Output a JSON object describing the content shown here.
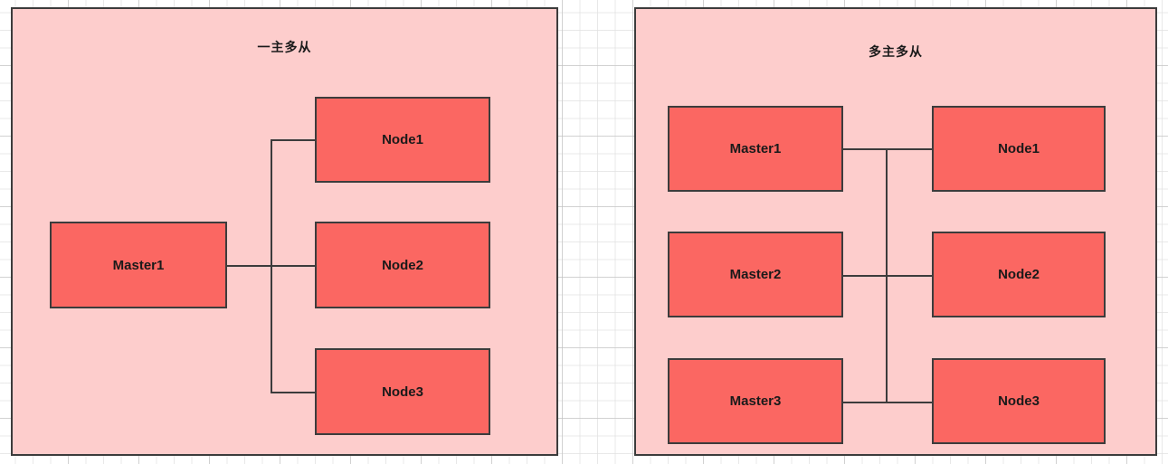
{
  "diagram": {
    "type": "cluster-topology",
    "background": "grid-canvas",
    "colors": {
      "group_fill": "#fdcdcc",
      "node_fill": "#fb6762",
      "stroke": "#3c3c3c",
      "text": "#1a1a1a",
      "canvas": "#ffffff",
      "grid_minor": "#e1e1e1",
      "grid_major": "#bebebe"
    }
  },
  "groups": [
    {
      "id": "single-master",
      "title": "一主多从",
      "masters": [
        {
          "id": "lm-master1",
          "label": "Master1"
        }
      ],
      "nodes": [
        {
          "id": "lm-node1",
          "label": "Node1"
        },
        {
          "id": "lm-node2",
          "label": "Node2"
        },
        {
          "id": "lm-node3",
          "label": "Node3"
        }
      ],
      "edges": [
        {
          "from": "Master1",
          "to": "Node1"
        },
        {
          "from": "Master1",
          "to": "Node2"
        },
        {
          "from": "Master1",
          "to": "Node3"
        }
      ]
    },
    {
      "id": "multi-master",
      "title": "多主多从",
      "masters": [
        {
          "id": "mm-master1",
          "label": "Master1"
        },
        {
          "id": "mm-master2",
          "label": "Master2"
        },
        {
          "id": "mm-master3",
          "label": "Master3"
        }
      ],
      "nodes": [
        {
          "id": "mm-node1",
          "label": "Node1"
        },
        {
          "id": "mm-node2",
          "label": "Node2"
        },
        {
          "id": "mm-node3",
          "label": "Node3"
        }
      ],
      "edges": [
        {
          "from": "Master1",
          "to": "Node1"
        },
        {
          "from": "Master2",
          "to": "Node2"
        },
        {
          "from": "Master3",
          "to": "Node3"
        },
        {
          "from": "Master1",
          "to": "Master3",
          "via": "trunk"
        }
      ]
    }
  ]
}
